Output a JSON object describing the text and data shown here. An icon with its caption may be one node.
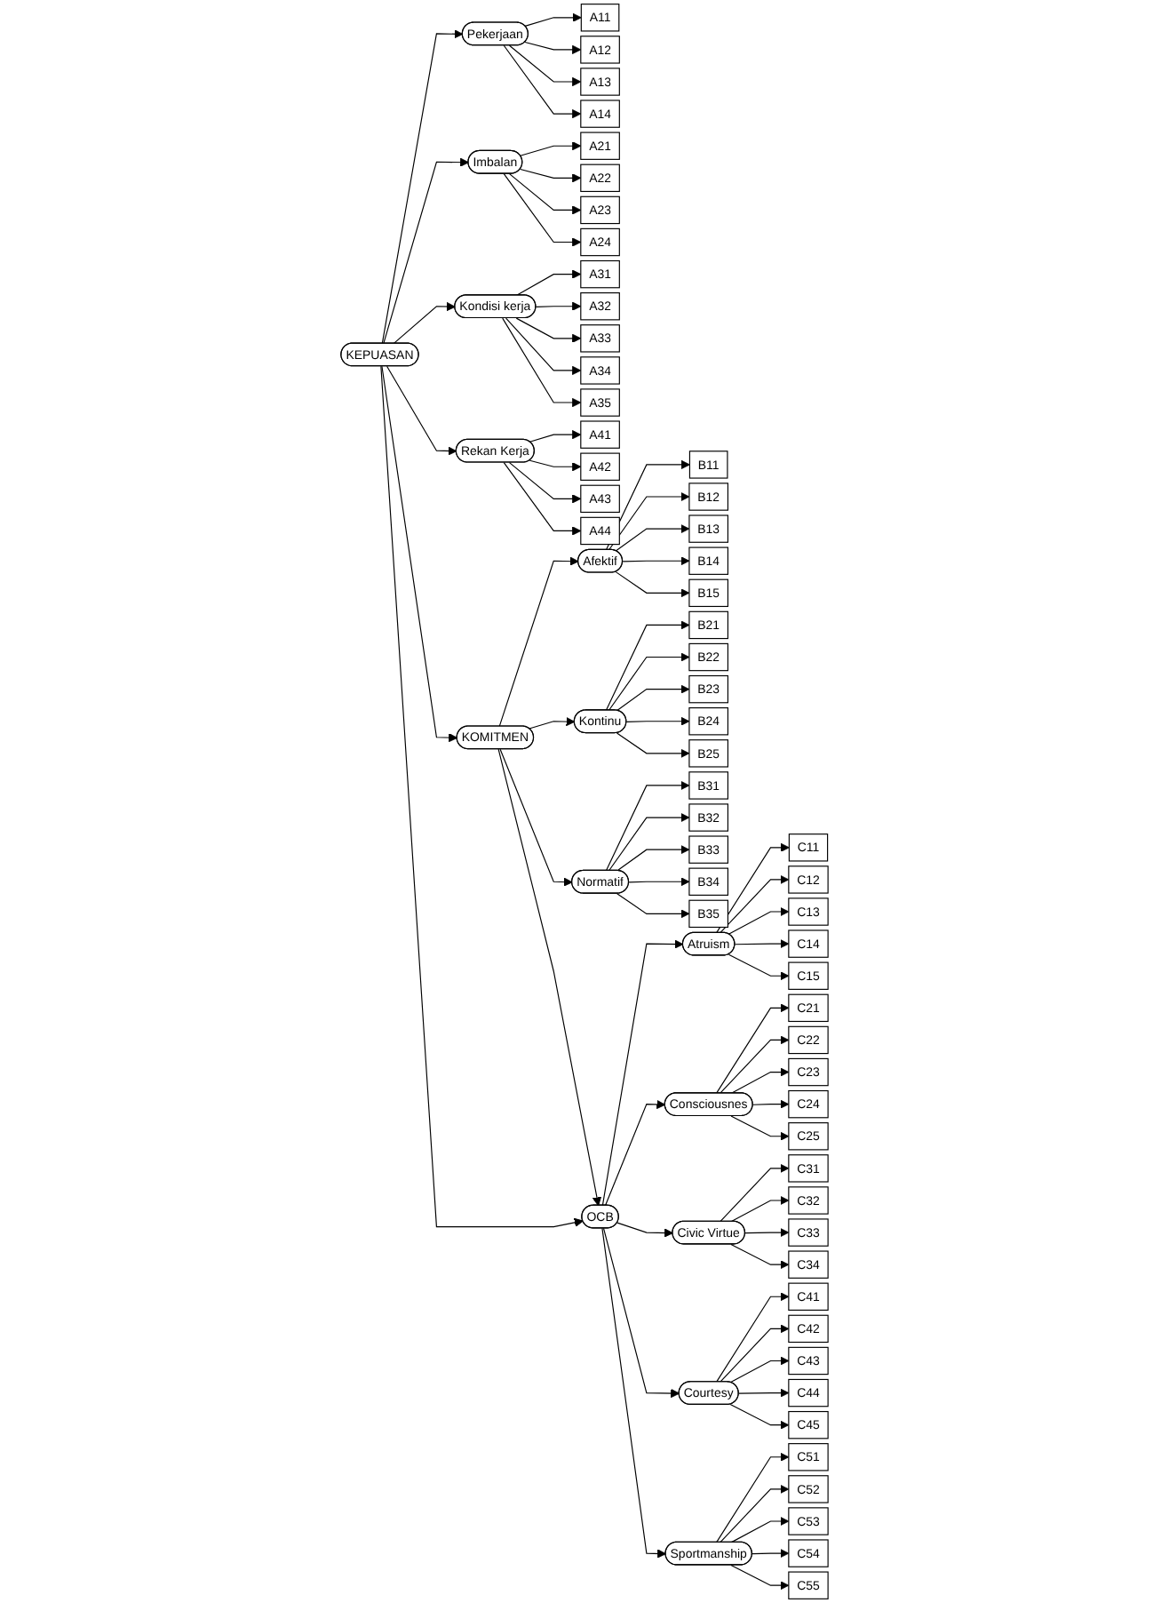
{
  "diagram": {
    "nodes": [
      {
        "text": [
          "KEPUASAN"
        ]
      },
      {
        "text": [
          "Pekerjaan"
        ]
      },
      {
        "text": [
          "A11"
        ]
      },
      {
        "text": [
          "A12"
        ]
      },
      {
        "text": [
          "A13"
        ]
      },
      {
        "text": [
          "A14"
        ]
      },
      {
        "text": [
          "Imbalan"
        ]
      },
      {
        "text": [
          "A21"
        ]
      },
      {
        "text": [
          "A22"
        ]
      },
      {
        "text": [
          "A23"
        ]
      },
      {
        "text": [
          "A24"
        ]
      },
      {
        "text": [
          "Kondisi kerja"
        ]
      },
      {
        "text": [
          "A31"
        ]
      },
      {
        "text": [
          "A32"
        ]
      },
      {
        "text": [
          "A33"
        ]
      },
      {
        "text": [
          "A34"
        ]
      },
      {
        "text": [
          "A35"
        ]
      },
      {
        "text": [
          "Rekan Kerja"
        ]
      },
      {
        "text": [
          "A41"
        ]
      },
      {
        "text": [
          "A42"
        ]
      },
      {
        "text": [
          "A43"
        ]
      },
      {
        "text": [
          "A44"
        ]
      },
      {
        "text": [
          "KOMITMEN"
        ]
      },
      {
        "text": [
          "Afektif"
        ]
      },
      {
        "text": [
          "B11"
        ]
      },
      {
        "text": [
          "B12"
        ]
      },
      {
        "text": [
          "B13"
        ]
      },
      {
        "text": [
          "B14"
        ]
      },
      {
        "text": [
          "B15"
        ]
      },
      {
        "text": [
          "Kontinu"
        ]
      },
      {
        "text": [
          "B21"
        ]
      },
      {
        "text": [
          "B22"
        ]
      },
      {
        "text": [
          "B23"
        ]
      },
      {
        "text": [
          "B24"
        ]
      },
      {
        "text": [
          "B25"
        ]
      },
      {
        "text": [
          "Normatif"
        ]
      },
      {
        "text": [
          "B31"
        ]
      },
      {
        "text": [
          "B32"
        ]
      },
      {
        "text": [
          "B33"
        ]
      },
      {
        "text": [
          "B34"
        ]
      },
      {
        "text": [
          "B35"
        ]
      },
      {
        "text": [
          "OCB"
        ]
      },
      {
        "text": [
          "Atruism"
        ]
      },
      {
        "text": [
          "C11"
        ]
      },
      {
        "text": [
          "C12"
        ]
      },
      {
        "text": [
          "C13"
        ]
      },
      {
        "text": [
          "C14"
        ]
      },
      {
        "text": [
          "C15"
        ]
      },
      {
        "text": [
          "Consciousnes"
        ]
      },
      {
        "text": [
          "C21"
        ]
      },
      {
        "text": [
          "C22"
        ]
      },
      {
        "text": [
          "C23"
        ]
      },
      {
        "text": [
          "C24"
        ]
      },
      {
        "text": [
          "C25"
        ]
      },
      {
        "text": [
          "Civic Virtue"
        ]
      },
      {
        "text": [
          "C31"
        ]
      },
      {
        "text": [
          "C32"
        ]
      },
      {
        "text": [
          "C33"
        ]
      },
      {
        "text": [
          "C34"
        ]
      },
      {
        "text": [
          "Courtesy"
        ]
      },
      {
        "text": [
          "C41"
        ]
      },
      {
        "text": [
          "C42"
        ]
      },
      {
        "text": [
          "C43"
        ]
      },
      {
        "text": [
          "C44"
        ]
      },
      {
        "text": [
          "C45"
        ]
      },
      {
        "text": [
          "Sportmanship"
        ]
      },
      {
        "text": [
          "C51"
        ]
      },
      {
        "text": [
          "C52"
        ]
      },
      {
        "text": [
          "C53"
        ]
      },
      {
        "text": [
          "C54"
        ]
      },
      {
        "text": [
          "C55"
        ]
      }
    ],
    "edges": [
      {
        "from": 0,
        "to": 1,
        "arrow": "to"
      },
      {
        "from": 0,
        "to": 6,
        "arrow": "to"
      },
      {
        "from": 0,
        "to": 11,
        "arrow": "to"
      },
      {
        "from": 0,
        "to": 17,
        "arrow": "to"
      },
      {
        "from": 0,
        "to": 22,
        "arrow": "to"
      },
      {
        "from": 0,
        "to": 41,
        "arrow": "to"
      },
      {
        "from": 22,
        "to": 41,
        "arrow": "to"
      },
      {
        "from": 22,
        "to": 23,
        "arrow": "to"
      },
      {
        "from": 22,
        "to": 29,
        "arrow": "to"
      },
      {
        "from": 22,
        "to": 35,
        "arrow": "to"
      },
      {
        "from": 41,
        "to": 42,
        "arrow": "to"
      },
      {
        "from": 41,
        "to": 48,
        "arrow": "to"
      },
      {
        "from": 41,
        "to": 54,
        "arrow": "to"
      },
      {
        "from": 41,
        "to": 59,
        "arrow": "to"
      },
      {
        "from": 41,
        "to": 65,
        "arrow": "to"
      },
      {
        "from": 1,
        "to": 2,
        "arrow": "to"
      },
      {
        "from": 1,
        "to": 3,
        "arrow": "to"
      },
      {
        "from": 1,
        "to": 4,
        "arrow": "to"
      },
      {
        "from": 1,
        "to": 5,
        "arrow": "to"
      },
      {
        "from": 6,
        "to": 7,
        "arrow": "to"
      },
      {
        "from": 6,
        "to": 8,
        "arrow": "to"
      },
      {
        "from": 6,
        "to": 9,
        "arrow": "to"
      },
      {
        "from": 6,
        "to": 10,
        "arrow": "to"
      },
      {
        "from": 11,
        "to": 12,
        "arrow": "to"
      },
      {
        "from": 11,
        "to": 13,
        "arrow": "to"
      },
      {
        "from": 11,
        "to": 14,
        "arrow": "to"
      },
      {
        "from": 11,
        "to": 15,
        "arrow": "to"
      },
      {
        "from": 11,
        "to": 16,
        "arrow": "to"
      },
      {
        "from": 17,
        "to": 18,
        "arrow": "to"
      },
      {
        "from": 17,
        "to": 19,
        "arrow": "to"
      },
      {
        "from": 17,
        "to": 20,
        "arrow": "to"
      },
      {
        "from": 17,
        "to": 21,
        "arrow": "to"
      },
      {
        "from": 23,
        "to": 24,
        "arrow": "to"
      },
      {
        "from": 23,
        "to": 25,
        "arrow": "to"
      },
      {
        "from": 23,
        "to": 26,
        "arrow": "to"
      },
      {
        "from": 23,
        "to": 27,
        "arrow": "to"
      },
      {
        "from": 23,
        "to": 28,
        "arrow": "to"
      },
      {
        "from": 29,
        "to": 30,
        "arrow": "to"
      },
      {
        "from": 29,
        "to": 31,
        "arrow": "to"
      },
      {
        "from": 29,
        "to": 32,
        "arrow": "to"
      },
      {
        "from": 29,
        "to": 33,
        "arrow": "to"
      },
      {
        "from": 29,
        "to": 34,
        "arrow": "to"
      },
      {
        "from": 35,
        "to": 36,
        "arrow": "to"
      },
      {
        "from": 35,
        "to": 37,
        "arrow": "to"
      },
      {
        "from": 35,
        "to": 38,
        "arrow": "to"
      },
      {
        "from": 35,
        "to": 39,
        "arrow": "to"
      },
      {
        "from": 35,
        "to": 40,
        "arrow": "to"
      },
      {
        "from": 42,
        "to": 43,
        "arrow": "to"
      },
      {
        "from": 42,
        "to": 44,
        "arrow": "to"
      },
      {
        "from": 42,
        "to": 45,
        "arrow": "to"
      },
      {
        "from": 42,
        "to": 46,
        "arrow": "to"
      },
      {
        "from": 42,
        "to": 47,
        "arrow": "to"
      },
      {
        "from": 48,
        "to": 49,
        "arrow": "to"
      },
      {
        "from": 48,
        "to": 50,
        "arrow": "to"
      },
      {
        "from": 48,
        "to": 51,
        "arrow": "to"
      },
      {
        "from": 48,
        "to": 52,
        "arrow": "to"
      },
      {
        "from": 48,
        "to": 53,
        "arrow": "to"
      },
      {
        "from": 54,
        "to": 55,
        "arrow": "to"
      },
      {
        "from": 54,
        "to": 56,
        "arrow": "to"
      },
      {
        "from": 54,
        "to": 57,
        "arrow": "to"
      },
      {
        "from": 54,
        "to": 58,
        "arrow": "to"
      },
      {
        "from": 59,
        "to": 60,
        "arrow": "to"
      },
      {
        "from": 59,
        "to": 61,
        "arrow": "to"
      },
      {
        "from": 59,
        "to": 62,
        "arrow": "to"
      },
      {
        "from": 59,
        "to": 63,
        "arrow": "to"
      },
      {
        "from": 59,
        "to": 64,
        "arrow": "to"
      },
      {
        "from": 65,
        "to": 66,
        "arrow": "to"
      },
      {
        "from": 65,
        "to": 67,
        "arrow": "to"
      },
      {
        "from": 65,
        "to": 68,
        "arrow": "to"
      },
      {
        "from": 65,
        "to": 69,
        "arrow": "to"
      },
      {
        "from": 65,
        "to": 70,
        "arrow": "to"
      }
    ]
  }
}
